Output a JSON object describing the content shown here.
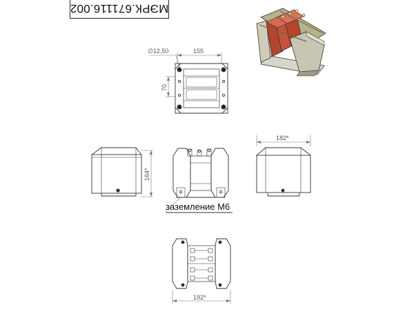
{
  "drawing": {
    "designation": "МЭРК.671116.002",
    "annotations": {
      "hole_diameter": "∅12,50",
      "dim_width_top": "155",
      "dim_height_top": "70",
      "dim_side_width": "182*",
      "dim_height_front": "164*",
      "dim_bottom_width": "192*",
      "grounding_label": "заземление М6"
    }
  },
  "colors": {
    "line": "#333333",
    "thin": "#777777",
    "core_grey": "#c9c7b5",
    "coil_red": "#b5452c",
    "frame_olive": "#a7a16e"
  }
}
